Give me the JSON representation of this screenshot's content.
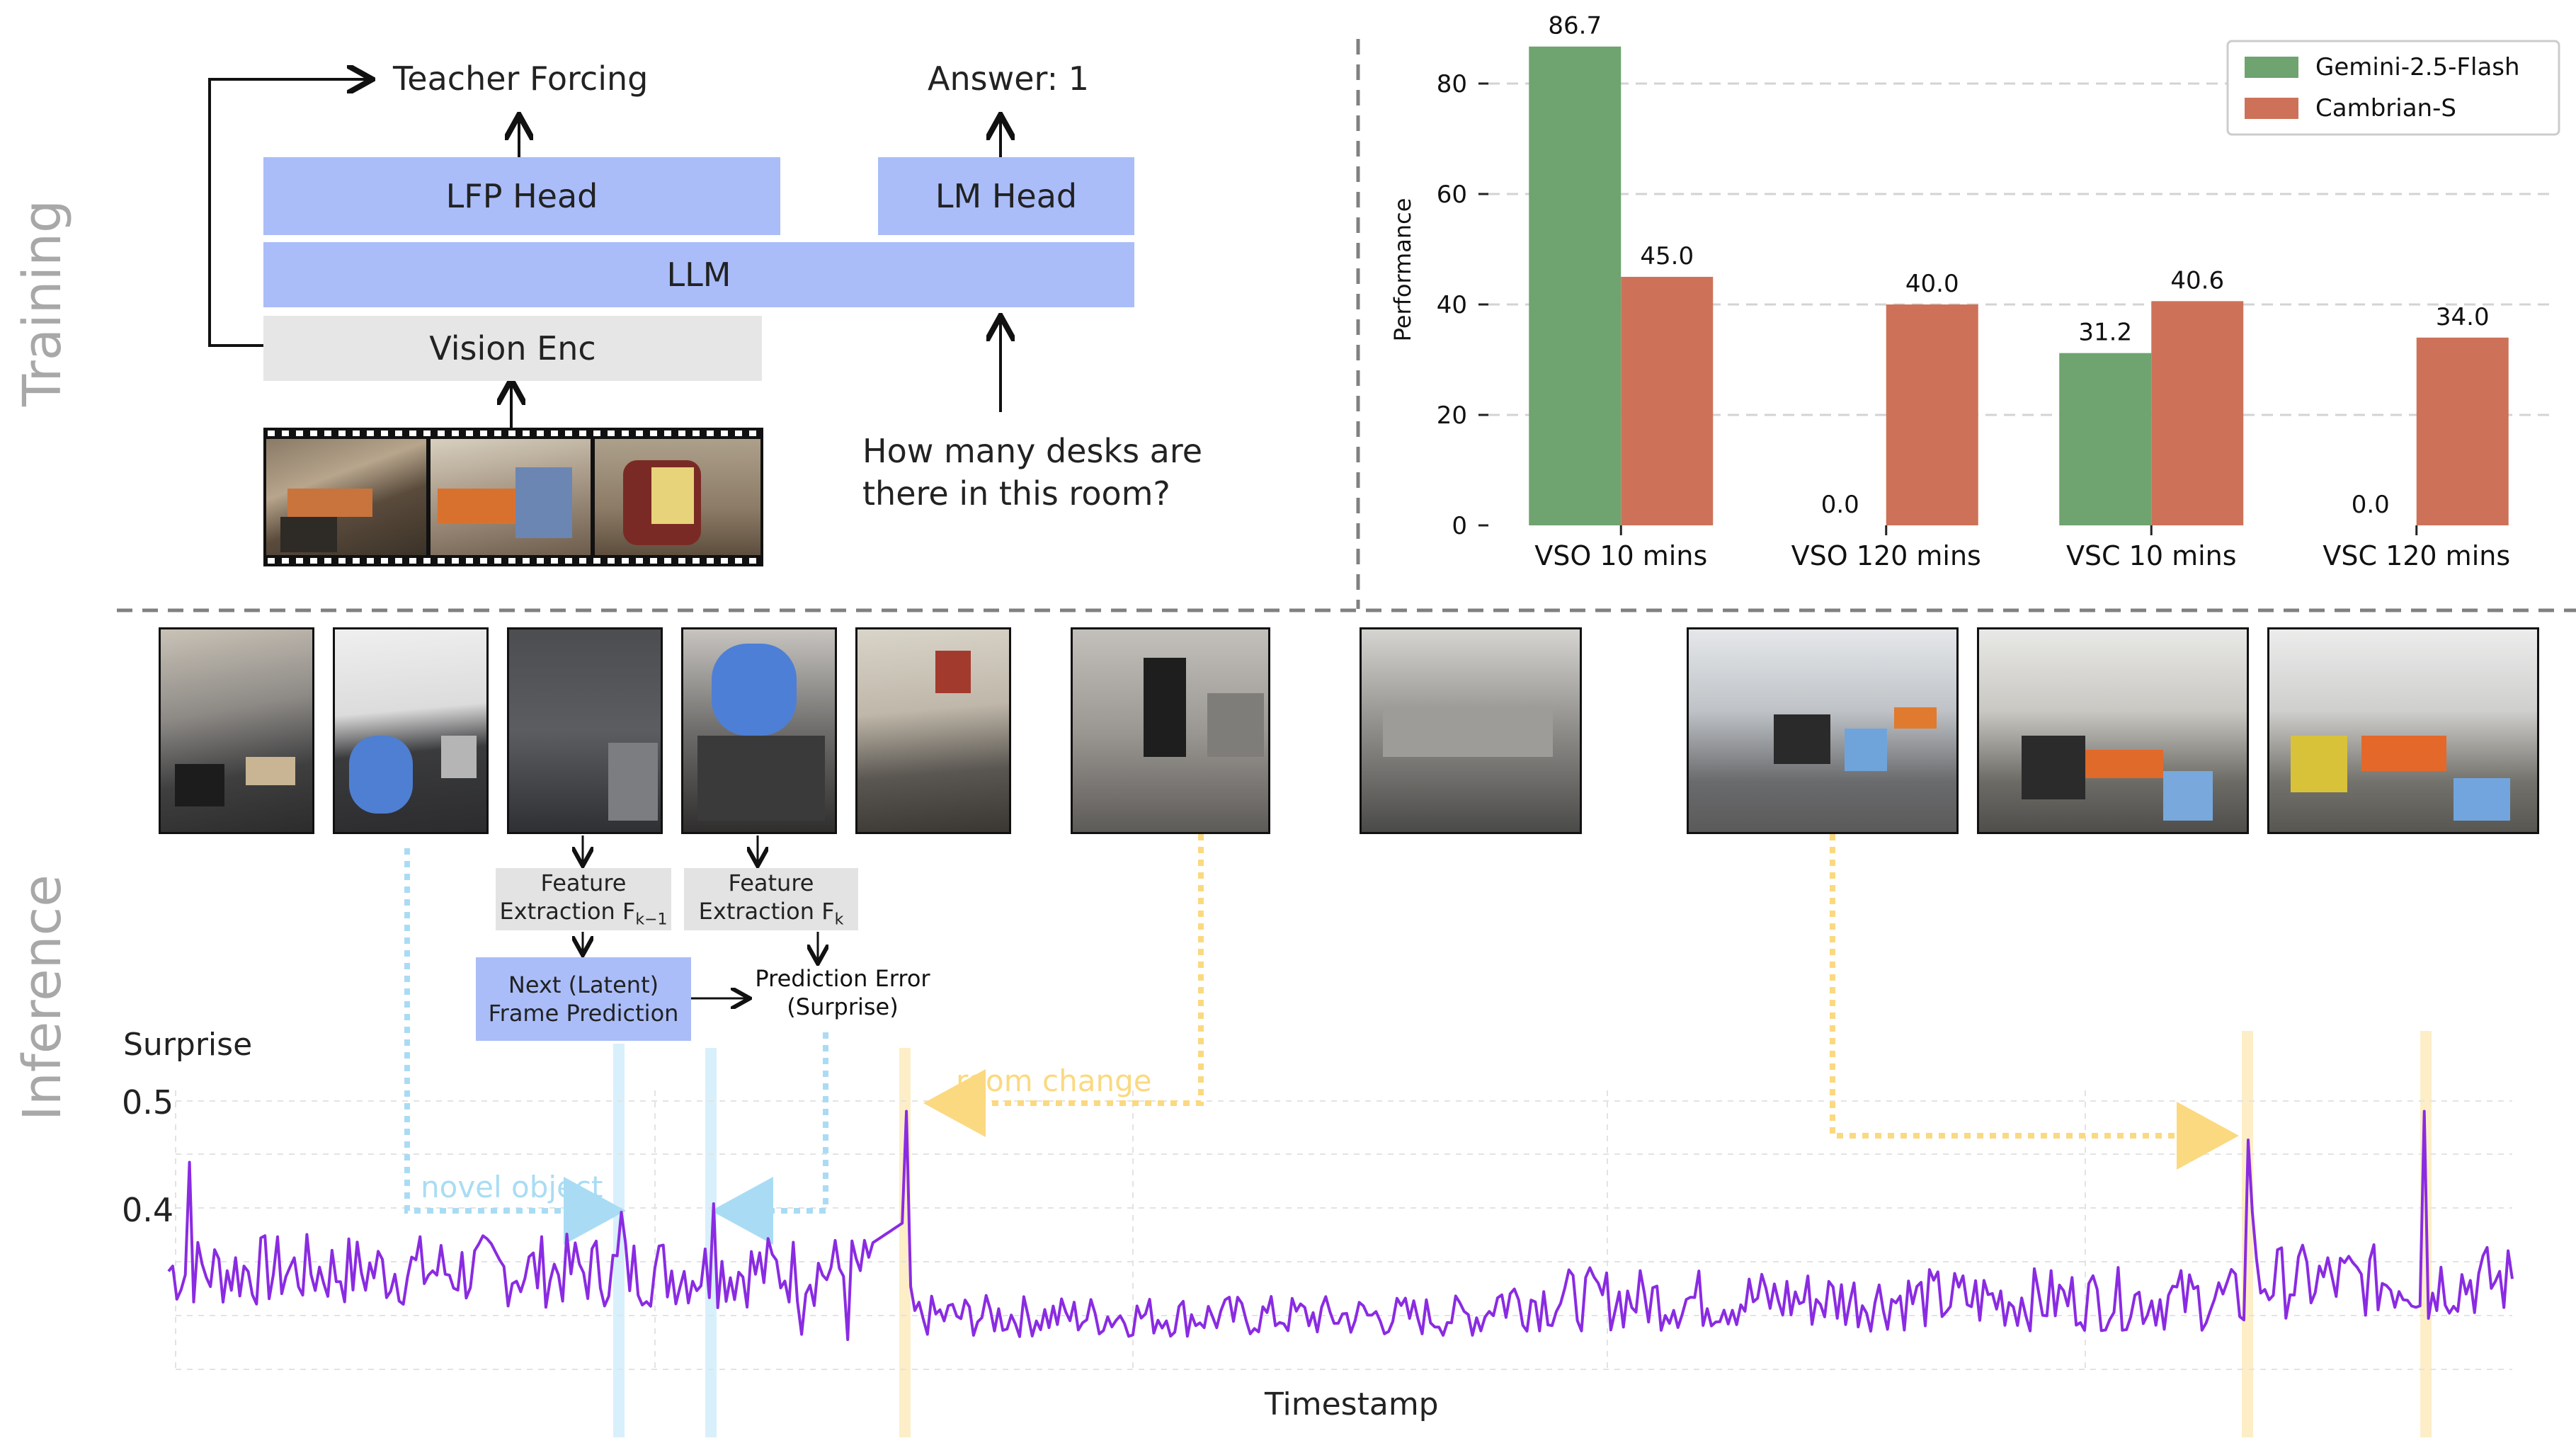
{
  "training": {
    "side_label": "Training",
    "teacher_forcing": "Teacher Forcing",
    "answer": "Answer: 1",
    "lfp_head": "LFP Head",
    "lm_head": "LM Head",
    "llm": "LLM",
    "vision_enc": "Vision Enc",
    "question_line1": "How many desks are",
    "question_line2": "there in this room?"
  },
  "inference": {
    "side_label": "Inference",
    "feature_prev_line1": "Feature",
    "feature_prev_line2": "Extraction F",
    "feature_prev_sub": "k−1",
    "feature_cur_line1": "Feature",
    "feature_cur_line2": "Extraction F",
    "feature_cur_sub": "k",
    "next_pred_line1": "Next (Latent)",
    "next_pred_line2": "Frame Prediction",
    "pred_error_line1": "Prediction Error",
    "pred_error_line2": "(Surprise)",
    "room_change": "room change",
    "novel_object": "novel object",
    "y_title": "Surprise",
    "y_tick_05": "0.5",
    "y_tick_04": "0.4",
    "x_title": "Timestamp"
  },
  "colors": {
    "blue_block": "#aabdf9",
    "gray_block": "#e6e6e6",
    "gemini": "#6fa36f",
    "cambrian": "#cd7259",
    "surprise_line": "#8a2be2",
    "room_change": "#fbd980",
    "novel_object": "#a9dcf4"
  },
  "chart_data": {
    "type": "bar",
    "categories": [
      "VSO 10 mins",
      "VSO 120 mins",
      "VSC 10 mins",
      "VSC 120 mins"
    ],
    "series": [
      {
        "name": "Gemini-2.5-Flash",
        "values": [
          86.7,
          0.0,
          31.2,
          0.0
        ],
        "labels": [
          "86.7",
          "0.0",
          "31.2",
          "0.0"
        ]
      },
      {
        "name": "Cambrian-S",
        "values": [
          45.0,
          40.0,
          40.6,
          34.0
        ],
        "labels": [
          "45.0",
          "40.0",
          "40.6",
          "34.0"
        ]
      }
    ],
    "ylabel": "Performance",
    "yticks": [
      "0",
      "20",
      "40",
      "60",
      "80"
    ],
    "ylim": [
      0,
      90
    ],
    "grid": true,
    "legend": "top-right"
  }
}
